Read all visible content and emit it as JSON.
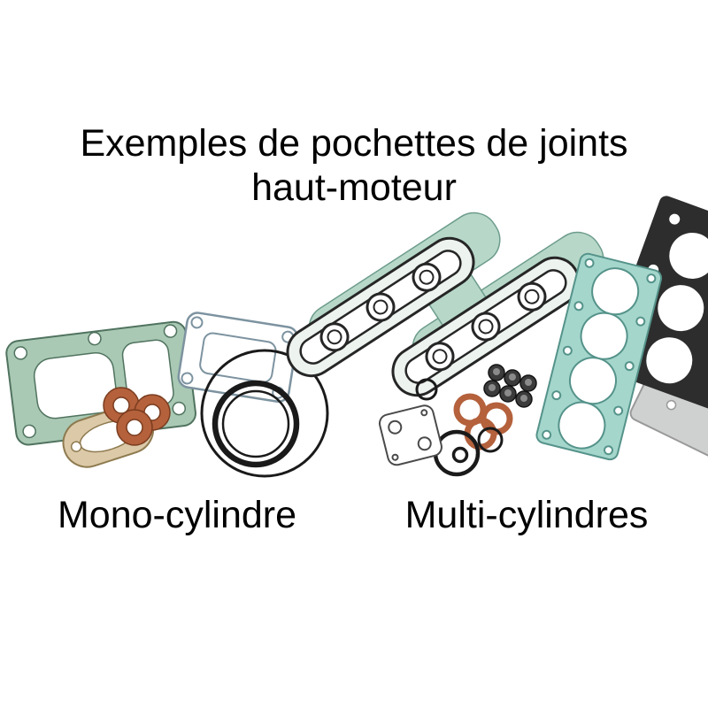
{
  "title": {
    "line1": "Exemples de pochettes de joints",
    "line2": "haut-moteur"
  },
  "captions": {
    "mono": "Mono-cylindre",
    "multi": "Multi-cylindres"
  },
  "colors": {
    "background": "#ffffff",
    "text": "#000000",
    "gasket_green": "#a9c9b4",
    "gasket_green_stroke": "#50735f",
    "gasket_aqua": "#a4d6cc",
    "gasket_aqua_stroke": "#55938a",
    "gasket_teal_sheet": "#b7d8c9",
    "gasket_tan": "#dbc9a8",
    "copper": "#b4613c",
    "outline_dark": "#1a1a1a",
    "gasket_dark": "#2d2d2d",
    "gasket_gray": "#cfd1d0"
  }
}
